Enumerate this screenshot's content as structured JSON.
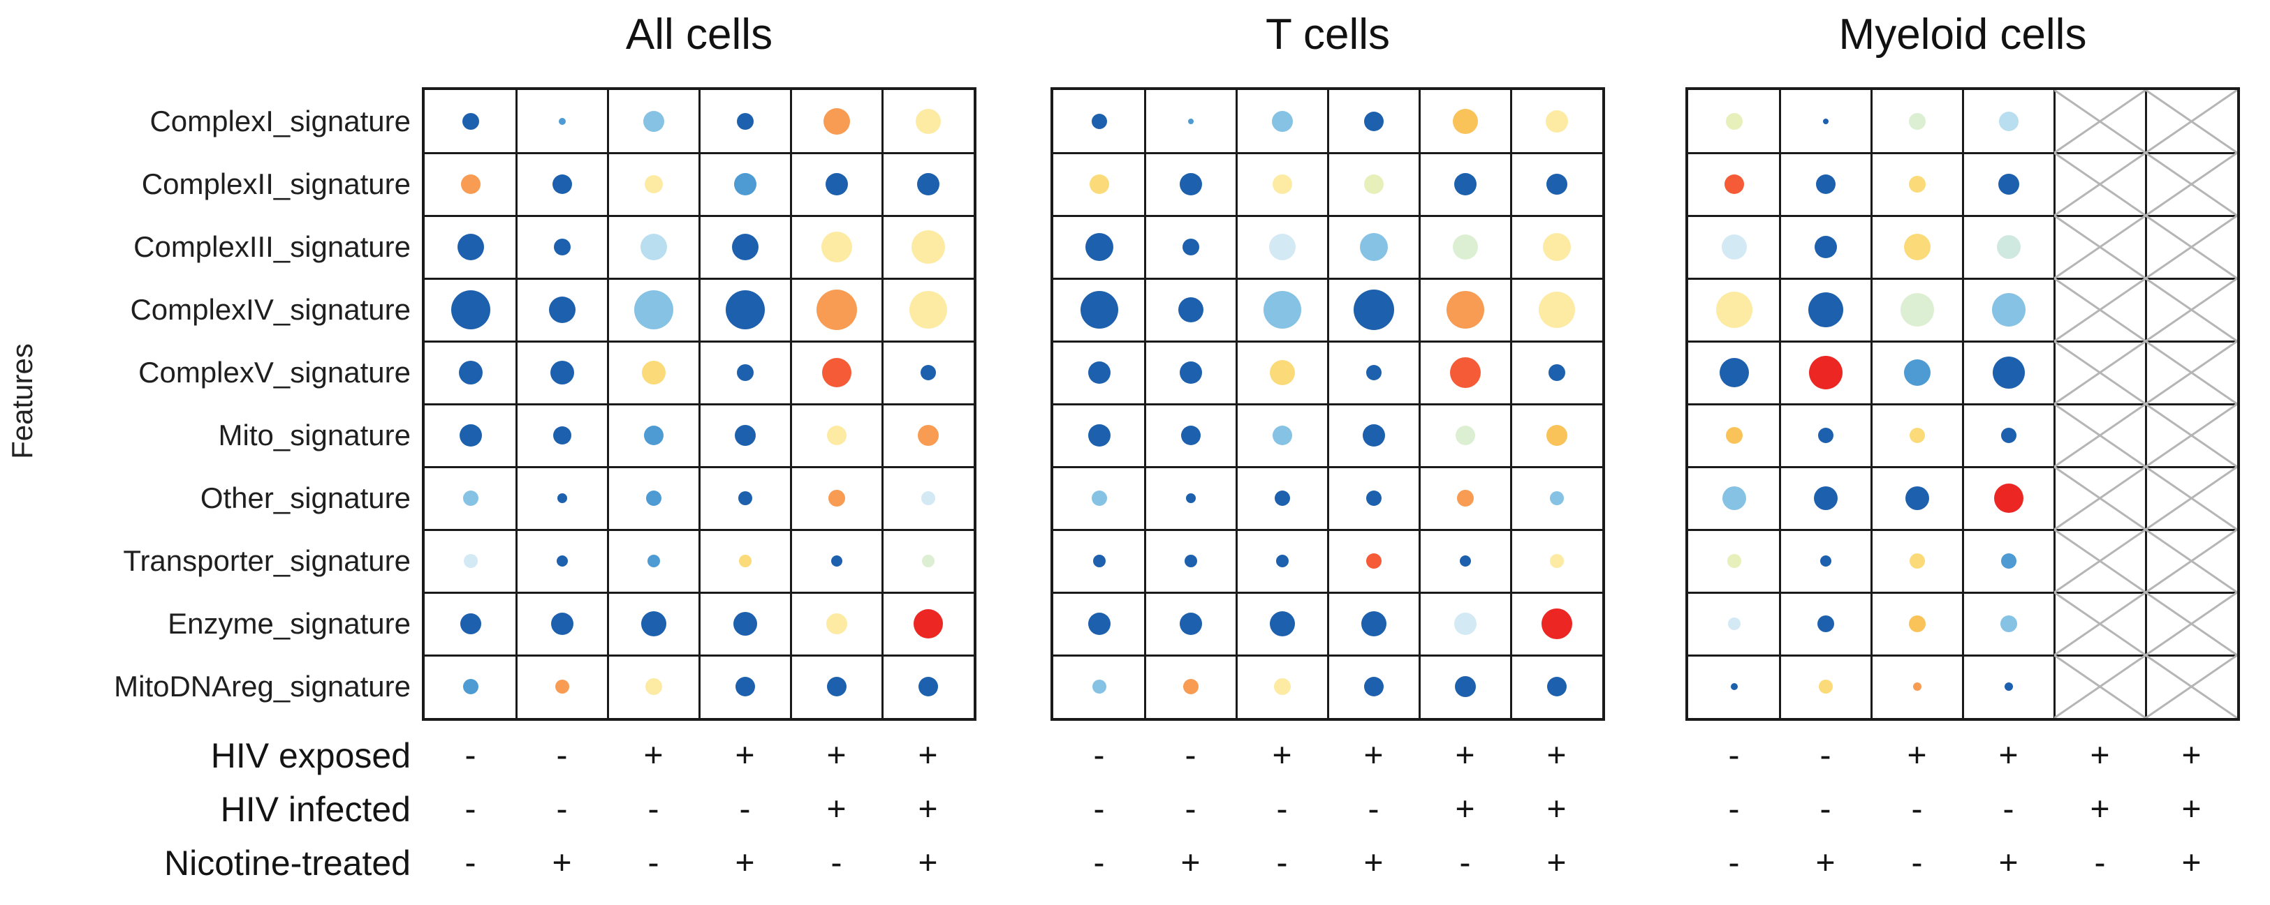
{
  "chart_data": {
    "type": "heatmap",
    "subtype": "dot-matrix: dot size and color encode feature score per condition",
    "y_axis_label": "Features",
    "row_labels": [
      "ComplexI_signature",
      "ComplexII_signature",
      "ComplexIII_signature",
      "ComplexIV_signature",
      "ComplexV_signature",
      "Mito_signature",
      "Other_signature",
      "Transporter_signature",
      "Enzyme_signature",
      "MitoDNAreg_signature"
    ],
    "condition_labels": [
      "HIV exposed",
      "HIV infected",
      "Nicotine-treated"
    ],
    "condition_signs": [
      [
        "-",
        "-",
        "+",
        "+",
        "+",
        "+"
      ],
      [
        "-",
        "-",
        "-",
        "-",
        "+",
        "+"
      ],
      [
        "-",
        "+",
        "-",
        "+",
        "-",
        "+"
      ]
    ],
    "na_marker": "X",
    "grid_line_color": "#1a1a1a",
    "na_cross_color": "#b5b5b5",
    "palette": {
      "b3": "#1d60ae",
      "b2": "#4e9bd4",
      "b1": "#85c2e4",
      "b0": "#b9def0",
      "pb": "#d3e9f4",
      "tc": "#cfe9e0",
      "pg": "#dcefd2",
      "yg": "#e7f0bb",
      "py": "#fdeba4",
      "yl": "#fbdb79",
      "am": "#f9c35a",
      "or": "#f89c54",
      "ro": "#f45b36",
      "rd": "#ec2723"
    },
    "panels": [
      {
        "title": "All cells",
        "cells": [
          [
            [
              "b3",
              24
            ],
            [
              "b2",
              10
            ],
            [
              "b1",
              30
            ],
            [
              "b3",
              24
            ],
            [
              "or",
              38
            ],
            [
              "py",
              36
            ]
          ],
          [
            [
              "or",
              28
            ],
            [
              "b3",
              28
            ],
            [
              "py",
              26
            ],
            [
              "b2",
              32
            ],
            [
              "b3",
              32
            ],
            [
              "b3",
              32
            ]
          ],
          [
            [
              "b3",
              38
            ],
            [
              "b3",
              24
            ],
            [
              "b0",
              38
            ],
            [
              "b3",
              38
            ],
            [
              "py",
              44
            ],
            [
              "py",
              48
            ]
          ],
          [
            [
              "b3",
              56
            ],
            [
              "b3",
              38
            ],
            [
              "b1",
              56
            ],
            [
              "b3",
              56
            ],
            [
              "or",
              58
            ],
            [
              "py",
              54
            ]
          ],
          [
            [
              "b3",
              34
            ],
            [
              "b3",
              34
            ],
            [
              "yl",
              34
            ],
            [
              "b3",
              24
            ],
            [
              "ro",
              42
            ],
            [
              "b3",
              22
            ]
          ],
          [
            [
              "b3",
              32
            ],
            [
              "b3",
              26
            ],
            [
              "b2",
              28
            ],
            [
              "b3",
              30
            ],
            [
              "py",
              28
            ],
            [
              "or",
              30
            ]
          ],
          [
            [
              "b1",
              22
            ],
            [
              "b3",
              14
            ],
            [
              "b2",
              22
            ],
            [
              "b3",
              20
            ],
            [
              "or",
              24
            ],
            [
              "pb",
              20
            ]
          ],
          [
            [
              "pb",
              20
            ],
            [
              "b3",
              16
            ],
            [
              "b2",
              18
            ],
            [
              "yl",
              18
            ],
            [
              "b3",
              16
            ],
            [
              "pg",
              18
            ]
          ],
          [
            [
              "b3",
              30
            ],
            [
              "b3",
              32
            ],
            [
              "b3",
              36
            ],
            [
              "b3",
              34
            ],
            [
              "py",
              30
            ],
            [
              "rd",
              42
            ]
          ],
          [
            [
              "b2",
              22
            ],
            [
              "or",
              20
            ],
            [
              "py",
              24
            ],
            [
              "b3",
              28
            ],
            [
              "b3",
              28
            ],
            [
              "b3",
              28
            ]
          ]
        ]
      },
      {
        "title": "T cells",
        "cells": [
          [
            [
              "b3",
              22
            ],
            [
              "b2",
              8
            ],
            [
              "b1",
              30
            ],
            [
              "b3",
              28
            ],
            [
              "am",
              36
            ],
            [
              "py",
              32
            ]
          ],
          [
            [
              "yl",
              28
            ],
            [
              "b3",
              32
            ],
            [
              "py",
              28
            ],
            [
              "yg",
              28
            ],
            [
              "b3",
              32
            ],
            [
              "b3",
              30
            ]
          ],
          [
            [
              "b3",
              40
            ],
            [
              "b3",
              24
            ],
            [
              "pb",
              38
            ],
            [
              "b1",
              40
            ],
            [
              "pg",
              36
            ],
            [
              "py",
              40
            ]
          ],
          [
            [
              "b3",
              54
            ],
            [
              "b3",
              36
            ],
            [
              "b1",
              54
            ],
            [
              "b3",
              58
            ],
            [
              "or",
              54
            ],
            [
              "py",
              52
            ]
          ],
          [
            [
              "b3",
              32
            ],
            [
              "b3",
              32
            ],
            [
              "yl",
              36
            ],
            [
              "b3",
              22
            ],
            [
              "ro",
              44
            ],
            [
              "b3",
              24
            ]
          ],
          [
            [
              "b3",
              32
            ],
            [
              "b3",
              28
            ],
            [
              "b1",
              28
            ],
            [
              "b3",
              32
            ],
            [
              "pg",
              28
            ],
            [
              "am",
              30
            ]
          ],
          [
            [
              "b1",
              22
            ],
            [
              "b3",
              14
            ],
            [
              "b3",
              22
            ],
            [
              "b3",
              22
            ],
            [
              "or",
              24
            ],
            [
              "b1",
              20
            ]
          ],
          [
            [
              "b3",
              18
            ],
            [
              "b3",
              18
            ],
            [
              "b3",
              18
            ],
            [
              "ro",
              22
            ],
            [
              "b3",
              16
            ],
            [
              "py",
              20
            ]
          ],
          [
            [
              "b3",
              32
            ],
            [
              "b3",
              32
            ],
            [
              "b3",
              36
            ],
            [
              "b3",
              36
            ],
            [
              "pb",
              32
            ],
            [
              "rd",
              44
            ]
          ],
          [
            [
              "b1",
              20
            ],
            [
              "or",
              22
            ],
            [
              "py",
              24
            ],
            [
              "b3",
              28
            ],
            [
              "b3",
              30
            ],
            [
              "b3",
              28
            ]
          ]
        ]
      },
      {
        "title": "Myeloid cells",
        "cells": [
          [
            [
              "yg",
              24
            ],
            [
              "b3",
              8
            ],
            [
              "pg",
              24
            ],
            [
              "b0",
              28
            ],
            null,
            null
          ],
          [
            [
              "ro",
              28
            ],
            [
              "b3",
              28
            ],
            [
              "yl",
              24
            ],
            [
              "b3",
              30
            ],
            null,
            null
          ],
          [
            [
              "pb",
              36
            ],
            [
              "b3",
              32
            ],
            [
              "yl",
              38
            ],
            [
              "tc",
              34
            ],
            null,
            null
          ],
          [
            [
              "py",
              52
            ],
            [
              "b3",
              50
            ],
            [
              "pg",
              48
            ],
            [
              "b1",
              48
            ],
            null,
            null
          ],
          [
            [
              "b3",
              42
            ],
            [
              "rd",
              48
            ],
            [
              "b2",
              38
            ],
            [
              "b3",
              46
            ],
            null,
            null
          ],
          [
            [
              "am",
              24
            ],
            [
              "b3",
              22
            ],
            [
              "yl",
              22
            ],
            [
              "b3",
              22
            ],
            null,
            null
          ],
          [
            [
              "b1",
              34
            ],
            [
              "b3",
              34
            ],
            [
              "b3",
              34
            ],
            [
              "rd",
              42
            ],
            null,
            null
          ],
          [
            [
              "yg",
              20
            ],
            [
              "b3",
              16
            ],
            [
              "yl",
              22
            ],
            [
              "b2",
              22
            ],
            null,
            null
          ],
          [
            [
              "pb",
              18
            ],
            [
              "b3",
              24
            ],
            [
              "am",
              24
            ],
            [
              "b1",
              24
            ],
            null,
            null
          ],
          [
            [
              "b3",
              10
            ],
            [
              "yl",
              20
            ],
            [
              "or",
              12
            ],
            [
              "b3",
              12
            ],
            null,
            null
          ]
        ]
      }
    ]
  }
}
